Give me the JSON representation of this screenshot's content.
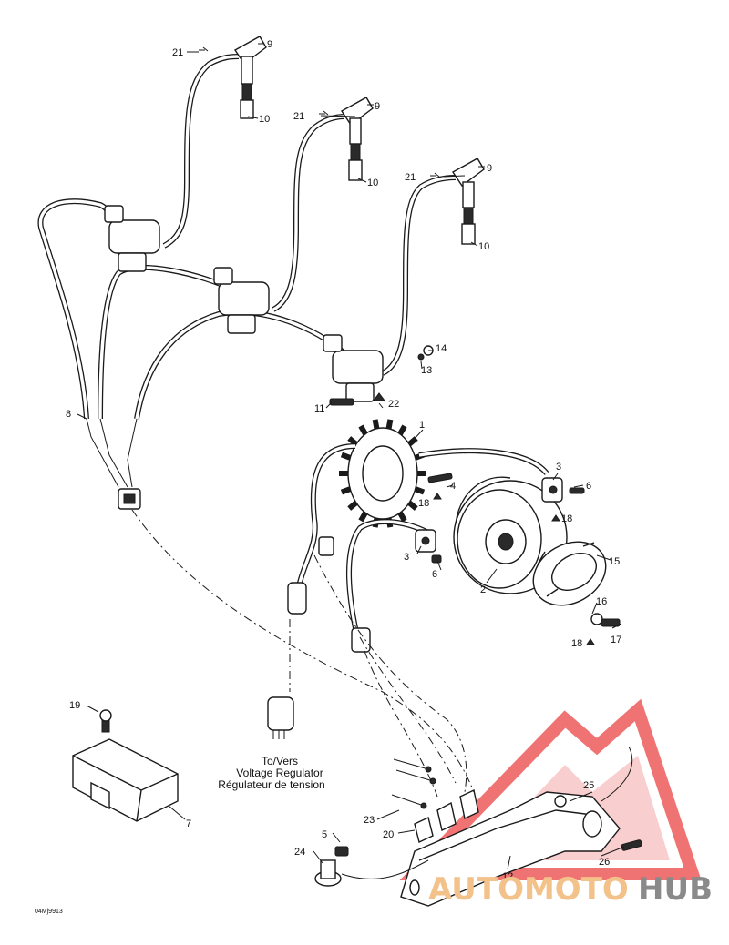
{
  "callouts": {
    "c1": "1",
    "c2": "2",
    "c3a": "3",
    "c3b": "3",
    "c4": "4",
    "c5": "5",
    "c6a": "6",
    "c6b": "6",
    "c7": "7",
    "c8": "8",
    "c9a": "9",
    "c9b": "9",
    "c9c": "9",
    "c10a": "10",
    "c10b": "10",
    "c10c": "10",
    "c11": "11",
    "c12": "12",
    "c13": "13",
    "c14": "14",
    "c15": "15",
    "c16": "16",
    "c17": "17",
    "c18a": "18",
    "c18b": "18",
    "c18c": "18",
    "c19": "19",
    "c20": "20",
    "c21a": "21",
    "c21b": "21",
    "c21c": "21",
    "c22": "22",
    "c23": "23",
    "c24": "24",
    "c25": "25",
    "c26": "26"
  },
  "regulator_note": {
    "line1": "To/Vers",
    "line2": "Voltage Regulator",
    "line3": "Régulateur de tension"
  },
  "diagram_code": "04Mj9913",
  "watermark": {
    "part1": "AUTOMOTO",
    "part2": "HUB",
    "color_primary": "#f2c28a",
    "color_secondary": "#8a8a8a",
    "logo_color": "#ee5b5b"
  }
}
